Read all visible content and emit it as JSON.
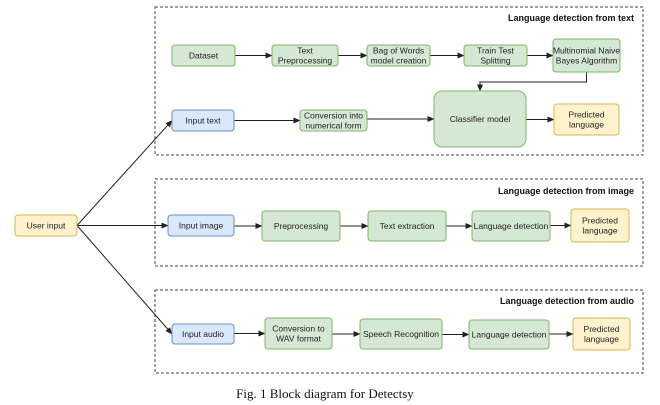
{
  "colors": {
    "green_fill": "#d5e8d4",
    "green_stroke": "#82b366",
    "blue_fill": "#dae8fc",
    "blue_stroke": "#6c8ebf",
    "yellow_fill": "#fff2cc",
    "yellow_stroke": "#d6b656",
    "group_border": "#444444",
    "arrow": "#222222"
  },
  "groups": {
    "text": {
      "title": "Language detection from text"
    },
    "image": {
      "title": "Language detection from image"
    },
    "audio": {
      "title": "Language detection from audio"
    }
  },
  "nodes": {
    "user_input": {
      "lines": [
        "User input"
      ],
      "style": "yellow"
    },
    "dataset": {
      "lines": [
        "Dataset"
      ],
      "style": "green"
    },
    "text_preprocessing": {
      "lines": [
        "Text",
        "Preprocessing"
      ],
      "style": "green"
    },
    "bag_of_words": {
      "lines": [
        "Bag of Words",
        "model creation"
      ],
      "style": "green"
    },
    "train_test": {
      "lines": [
        "Train Test",
        "Splitting"
      ],
      "style": "green"
    },
    "naive_bayes": {
      "lines": [
        "Multinomial Naive",
        "Bayes Algorithm"
      ],
      "style": "green"
    },
    "input_text": {
      "lines": [
        "Input text"
      ],
      "style": "blue"
    },
    "conversion_numerical": {
      "lines": [
        "Conversion into",
        "numerical form"
      ],
      "style": "green"
    },
    "classifier": {
      "lines": [
        "Classifier model"
      ],
      "style": "green"
    },
    "predicted_text": {
      "lines": [
        "Predicted",
        "language"
      ],
      "style": "yellow"
    },
    "input_image": {
      "lines": [
        "Input image"
      ],
      "style": "blue"
    },
    "preprocessing_image": {
      "lines": [
        "Preprocessing"
      ],
      "style": "green"
    },
    "text_extraction": {
      "lines": [
        "Text extraction"
      ],
      "style": "green"
    },
    "language_detection_image": {
      "lines": [
        "Language detection"
      ],
      "style": "green"
    },
    "predicted_image": {
      "lines": [
        "Predicted",
        "language"
      ],
      "style": "yellow"
    },
    "input_audio": {
      "lines": [
        "Input audio"
      ],
      "style": "blue"
    },
    "wav_conversion": {
      "lines": [
        "Conversion to",
        "WAV format"
      ],
      "style": "green"
    },
    "speech_recognition": {
      "lines": [
        "Speech Recognition"
      ],
      "style": "green"
    },
    "language_detection_audio": {
      "lines": [
        "Language detection"
      ],
      "style": "green"
    },
    "predicted_audio": {
      "lines": [
        "Predicted",
        "language"
      ],
      "style": "yellow"
    }
  },
  "edges": [
    [
      "user_input",
      "input_text"
    ],
    [
      "user_input",
      "input_image"
    ],
    [
      "user_input",
      "input_audio"
    ],
    [
      "dataset",
      "text_preprocessing"
    ],
    [
      "text_preprocessing",
      "bag_of_words"
    ],
    [
      "bag_of_words",
      "train_test"
    ],
    [
      "train_test",
      "naive_bayes"
    ],
    [
      "naive_bayes",
      "classifier"
    ],
    [
      "input_text",
      "conversion_numerical"
    ],
    [
      "conversion_numerical",
      "classifier"
    ],
    [
      "classifier",
      "predicted_text"
    ],
    [
      "input_image",
      "preprocessing_image"
    ],
    [
      "preprocessing_image",
      "text_extraction"
    ],
    [
      "text_extraction",
      "language_detection_image"
    ],
    [
      "language_detection_image",
      "predicted_image"
    ],
    [
      "input_audio",
      "wav_conversion"
    ],
    [
      "wav_conversion",
      "speech_recognition"
    ],
    [
      "speech_recognition",
      "language_detection_audio"
    ],
    [
      "language_detection_audio",
      "predicted_audio"
    ]
  ],
  "caption": "Fig. 1  Block diagram for Detectsy"
}
